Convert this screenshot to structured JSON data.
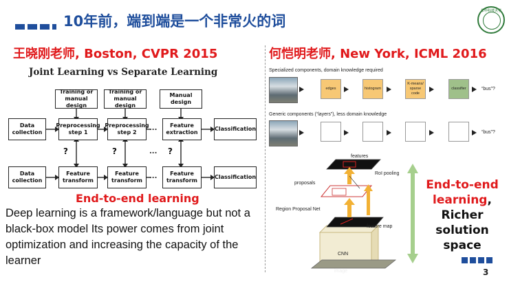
{
  "header": {
    "title": "10年前，端到端是一个非常火的词",
    "logo_text": "华中科技大学"
  },
  "left": {
    "heading": "王晓刚老师, Boston, CVPR 2015",
    "diagram": {
      "title": "Joint Learning vs Separate Learning",
      "top_boxes": {
        "training1": "Training or manual design",
        "training2": "Training or manual design",
        "manual": "Manual design"
      },
      "row1": {
        "data": "Data collection",
        "pre1": "Preprocessing step 1",
        "pre2": "Preprocessing step 2",
        "feat": "Feature extraction",
        "cls": "Classification"
      },
      "row2": {
        "data": "Data collection",
        "ft1": "Feature transform",
        "ft2": "Feature transform",
        "ft3": "Feature transform",
        "cls": "Classification"
      },
      "dots": "...",
      "qmark": "?"
    },
    "subtitle": "End-to-end learning",
    "body": "Deep learning is a framework/language but not a black-box model Its power comes from joint optimization and increasing the capacity of the learner"
  },
  "right": {
    "heading": "何恺明老师, New York, ICML 2016",
    "row1_label": "Specialized components, domain knowledge required",
    "row1_components": [
      "edges",
      "histogram",
      "K-means/ sparse code",
      "classifier"
    ],
    "row2_label": "Generic components (“layers”), less domain knowledge",
    "output": "“bus”?",
    "detection": {
      "features": "features",
      "roi": "RoI pooling",
      "proposals": "proposals",
      "rpn": "Region Proposal Net",
      "feature_map": "feature map",
      "cnn": "CNN",
      "image": "image"
    },
    "callout_red": "End-to-end learning",
    "callout_comma": ",",
    "callout_black": "Richer solution space"
  },
  "footer": {
    "page": "3"
  },
  "colors": {
    "title_blue": "#1f4e9c",
    "red": "#e0191b",
    "component_fill": "#f7c875"
  }
}
